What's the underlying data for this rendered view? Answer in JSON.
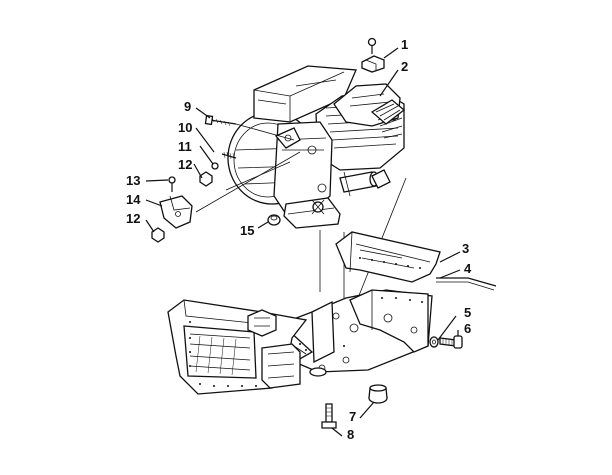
{
  "callouts": {
    "c1": "1",
    "c2": "2",
    "c3": "3",
    "c4": "4",
    "c5": "5",
    "c6": "6",
    "c7": "7",
    "c8": "8",
    "c9": "9",
    "c10": "10",
    "c11": "11",
    "c12a": "12",
    "c12b": "12",
    "c13": "13",
    "c14": "14",
    "c15": "15"
  }
}
